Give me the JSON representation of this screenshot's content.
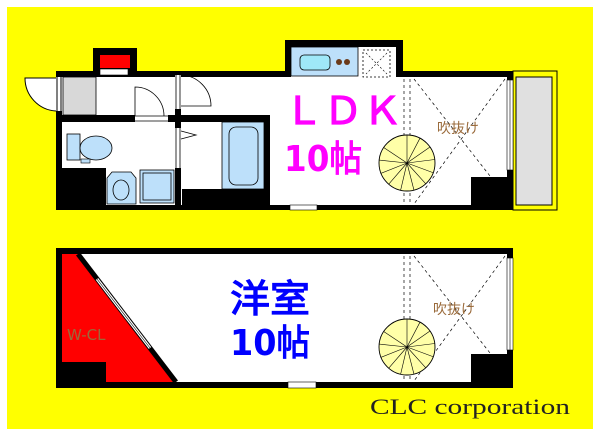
{
  "upper_floor": {
    "room_label": "ＬＤＫ",
    "room_size": "10帖",
    "void_label": "吹抜け"
  },
  "lower_floor": {
    "room_label": "洋室",
    "room_size": "10帖",
    "void_label": "吹抜け",
    "closet_label": "W-CL"
  },
  "company": "CLC corporation",
  "colors": {
    "background": "#ffff00",
    "ldk_text": "#ff00ff",
    "bedroom_text": "#0000ff",
    "closet_fill": "#ff0000",
    "fixtures": "#bde0fa",
    "stairs": "#ffffa8",
    "void_text": "#9a6a3a"
  }
}
